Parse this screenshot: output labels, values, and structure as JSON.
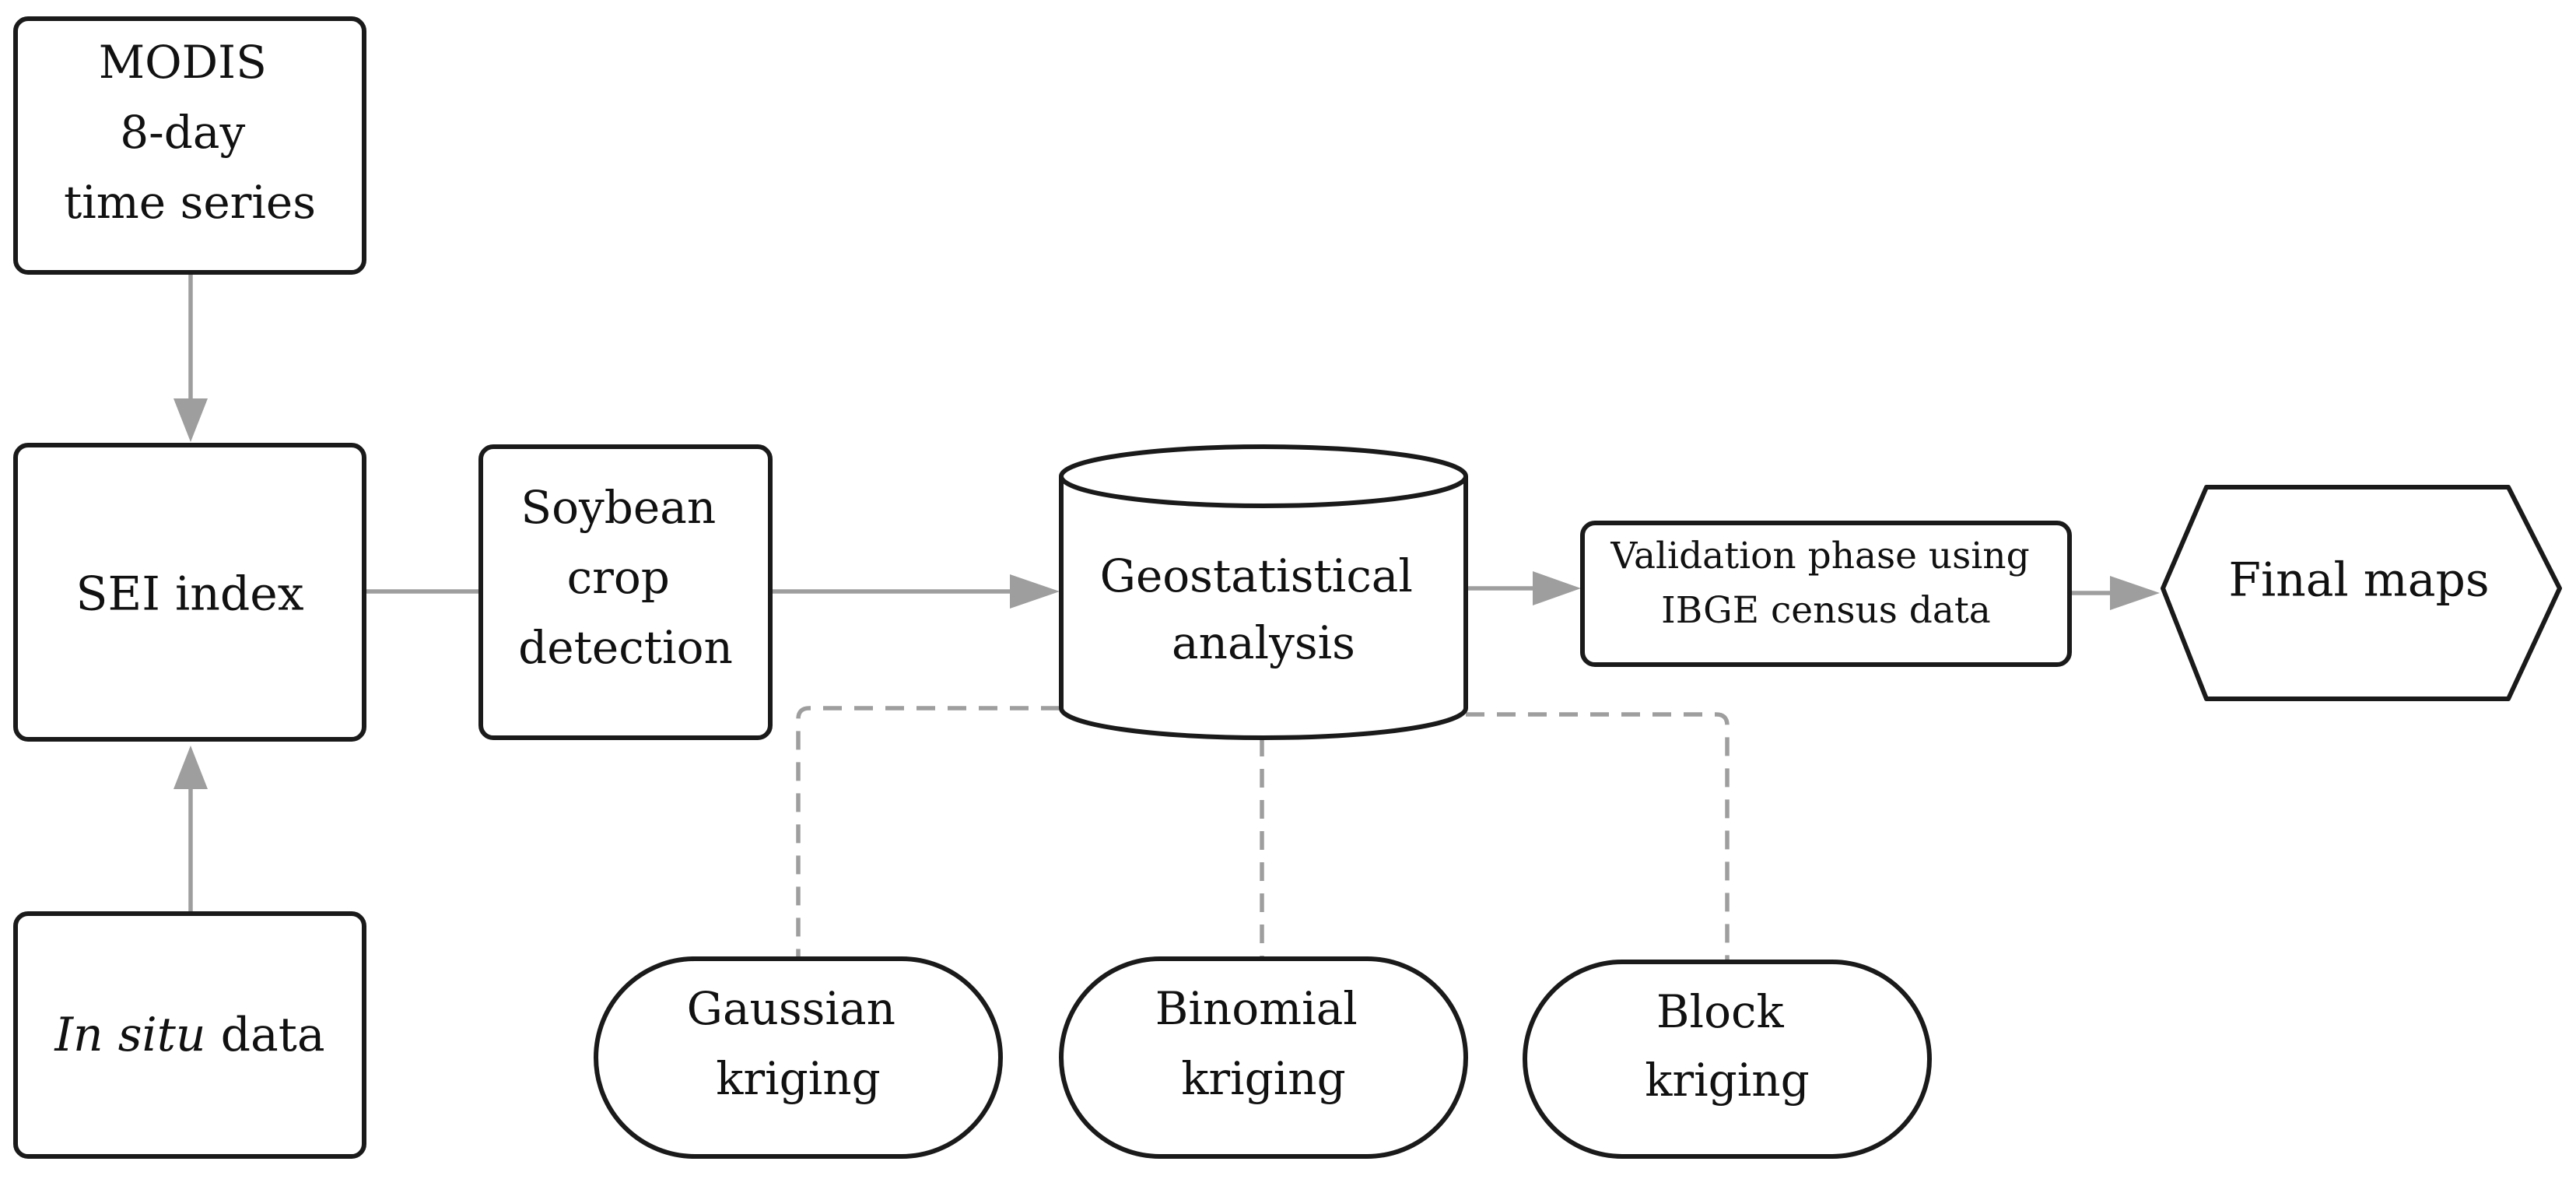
{
  "nodes": {
    "modis": {
      "lines": [
        "MODIS",
        "8-day",
        "time series"
      ]
    },
    "sei": {
      "lines": [
        "SEI index"
      ]
    },
    "insitu": {
      "italic": "In situ",
      "plain": " data"
    },
    "soybean": {
      "lines": [
        "Soybean",
        "crop",
        "detection"
      ]
    },
    "geostat": {
      "lines": [
        "Geostatistical",
        "analysis"
      ]
    },
    "validation": {
      "lines": [
        "Validation phase using",
        "IBGE census data"
      ]
    },
    "final": {
      "lines": [
        "Final maps"
      ]
    },
    "gaussian": {
      "lines": [
        "Gaussian",
        "kriging"
      ]
    },
    "binomial": {
      "lines": [
        "Binomial",
        "kriging"
      ]
    },
    "block": {
      "lines": [
        "Block",
        "kriging"
      ]
    }
  },
  "colors": {
    "stroke": "#1a1a1a",
    "connector": "#9e9e9e",
    "text": "#111111",
    "background": "#ffffff"
  }
}
